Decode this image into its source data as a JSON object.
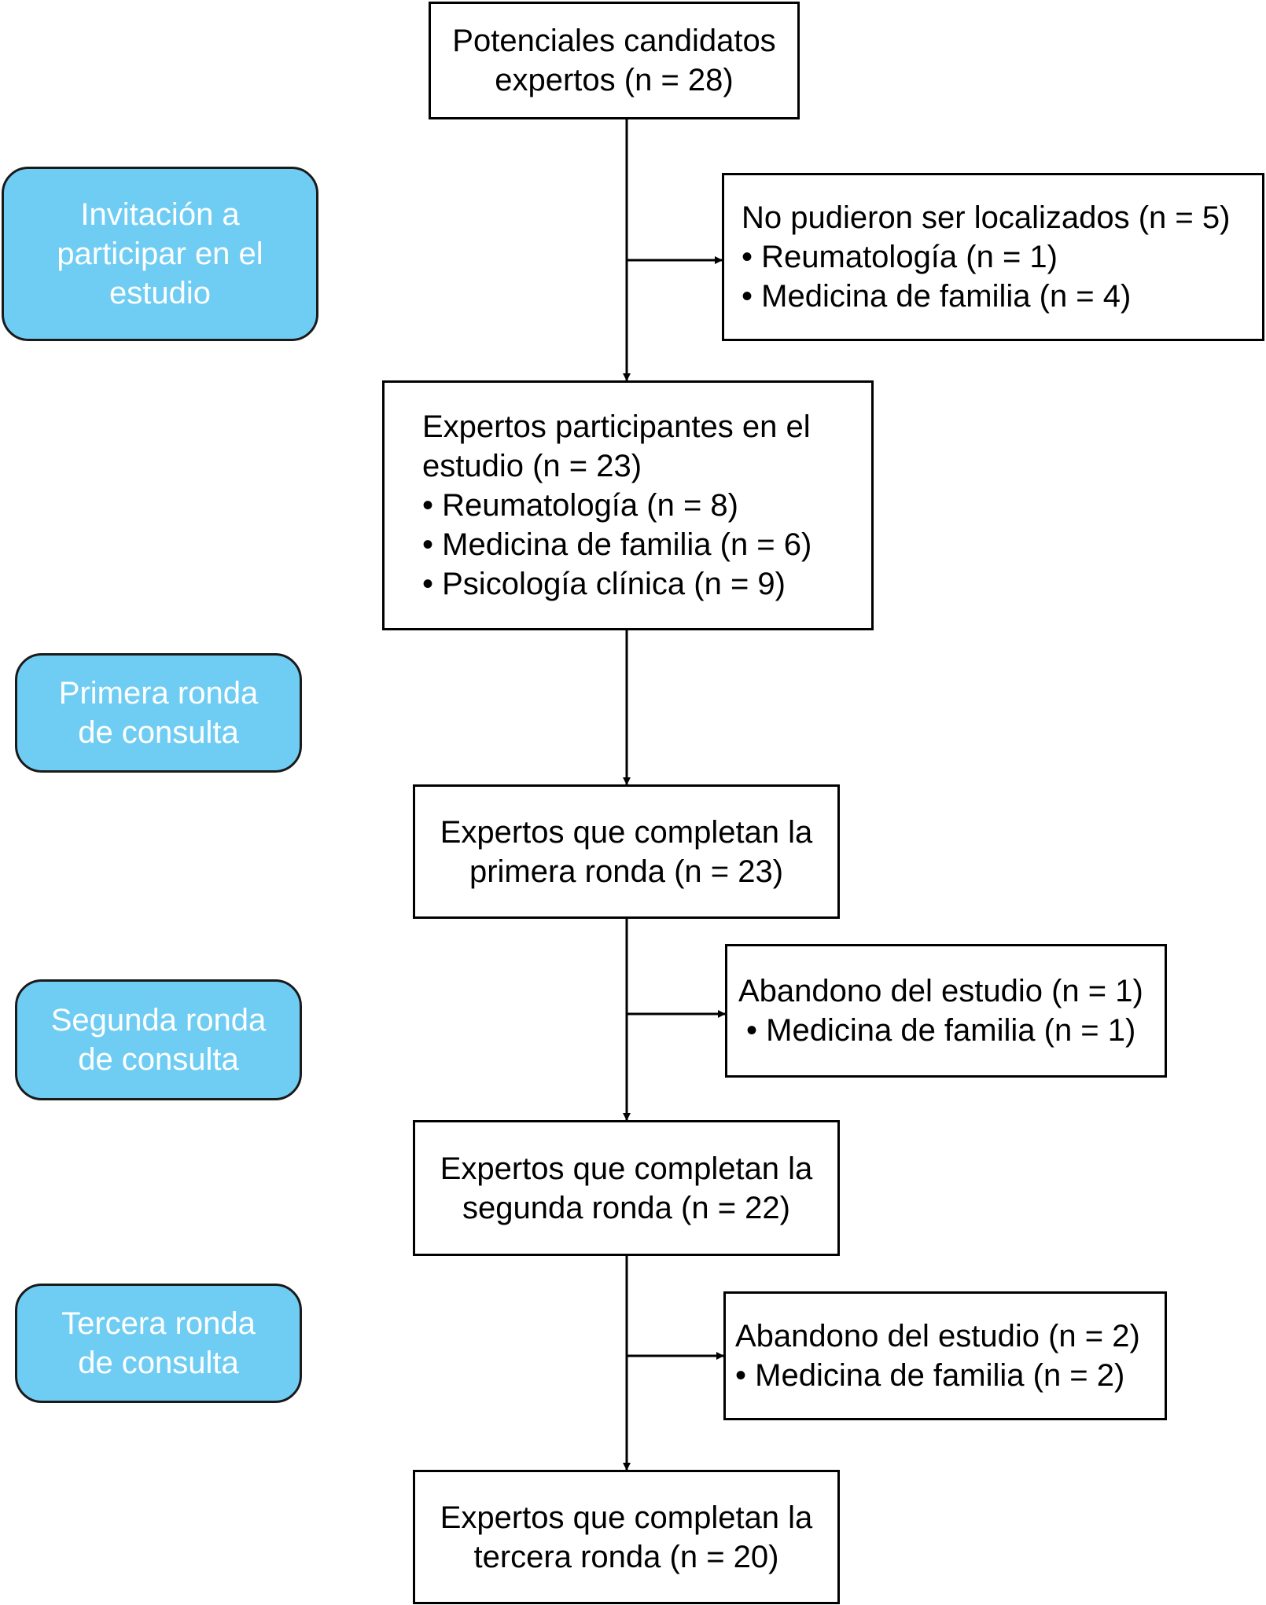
{
  "stages": {
    "invitation": [
      "Invitación a",
      "participar en el",
      "estudio"
    ],
    "round1": [
      "Primera ronda",
      "de consulta"
    ],
    "round2": [
      "Segunda ronda",
      "de consulta"
    ],
    "round3": [
      "Tercera ronda",
      "de consulta"
    ]
  },
  "boxes": {
    "candidates": [
      "Potenciales candidatos",
      "expertos (n = 28)"
    ],
    "not_located": {
      "title": "No pudieron ser localizados (n = 5)",
      "items": [
        "Reumatología (n = 1)",
        "Medicina de familia (n = 4)"
      ]
    },
    "participants": {
      "title_lines": [
        "Expertos participantes en el",
        "estudio (n = 23)"
      ],
      "items": [
        "Reumatología (n = 8)",
        "Medicina de familia (n = 6)",
        "Psicología clínica (n = 9)"
      ]
    },
    "completed_round1": [
      "Expertos que completan la",
      "primera ronda (n = 23)"
    ],
    "dropout_round2": {
      "title": "Abandono del estudio (n = 1)",
      "items": [
        "Medicina de familia (n = 1)"
      ]
    },
    "completed_round2": [
      "Expertos que completan la",
      "segunda ronda (n = 22)"
    ],
    "dropout_round3": {
      "title": "Abandono del estudio (n = 2)",
      "items": [
        "Medicina de familia (n = 2)"
      ]
    },
    "completed_round3": [
      "Expertos que completan la",
      "tercera ronda (n = 20)"
    ]
  },
  "colors": {
    "stage_fill": "#6fcdf3",
    "stage_text": "#ffffff",
    "box_border": "#000000"
  }
}
